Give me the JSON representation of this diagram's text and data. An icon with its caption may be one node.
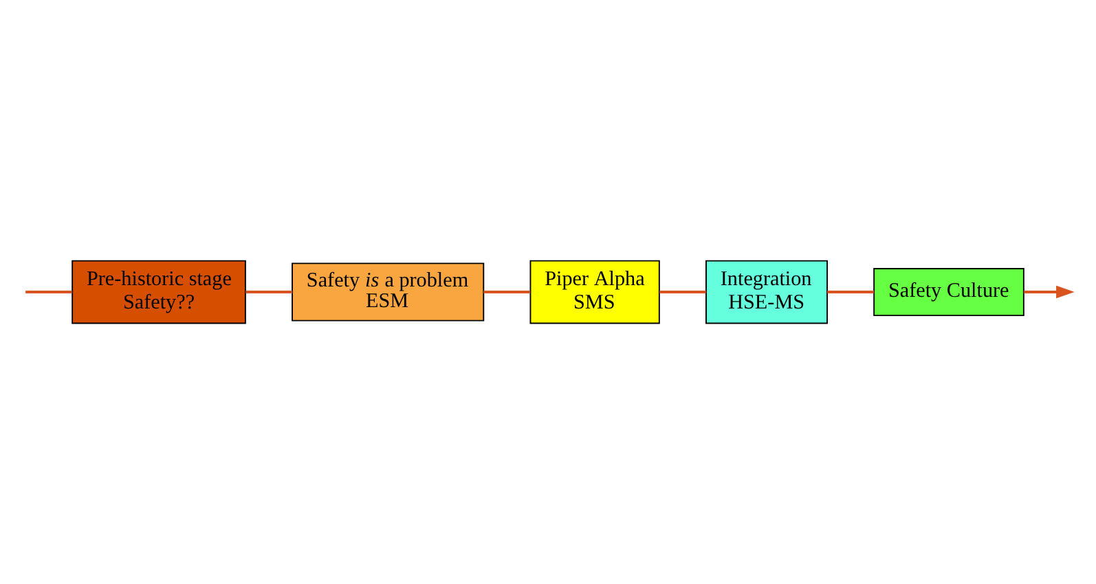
{
  "diagram": {
    "nodes": [
      {
        "text": [
          "Pre-historic stage",
          "Safety??"
        ]
      },
      {
        "text": [
          "Safety *is* a problem",
          "ESM"
        ]
      },
      {
        "text": [
          "Piper Alpha",
          "SMS"
        ]
      },
      {
        "text": [
          "Integration",
          "HSE-MS"
        ]
      },
      {
        "text": [
          "Safety Culture"
        ]
      }
    ],
    "edges": [
      {
        "from": null,
        "to": 0,
        "arrow": "none",
        "color": "#d9541e"
      },
      {
        "from": 0,
        "to": 1,
        "arrow": "none",
        "color": "#d9541e"
      },
      {
        "from": 1,
        "to": 2,
        "arrow": "none",
        "color": "#d9541e"
      },
      {
        "from": 2,
        "to": 3,
        "arrow": "none",
        "color": "#d9541e"
      },
      {
        "from": 3,
        "to": 4,
        "arrow": "none",
        "color": "#d9541e"
      },
      {
        "from": 4,
        "to": null,
        "arrow": "to",
        "color": "#d9541e"
      }
    ]
  }
}
